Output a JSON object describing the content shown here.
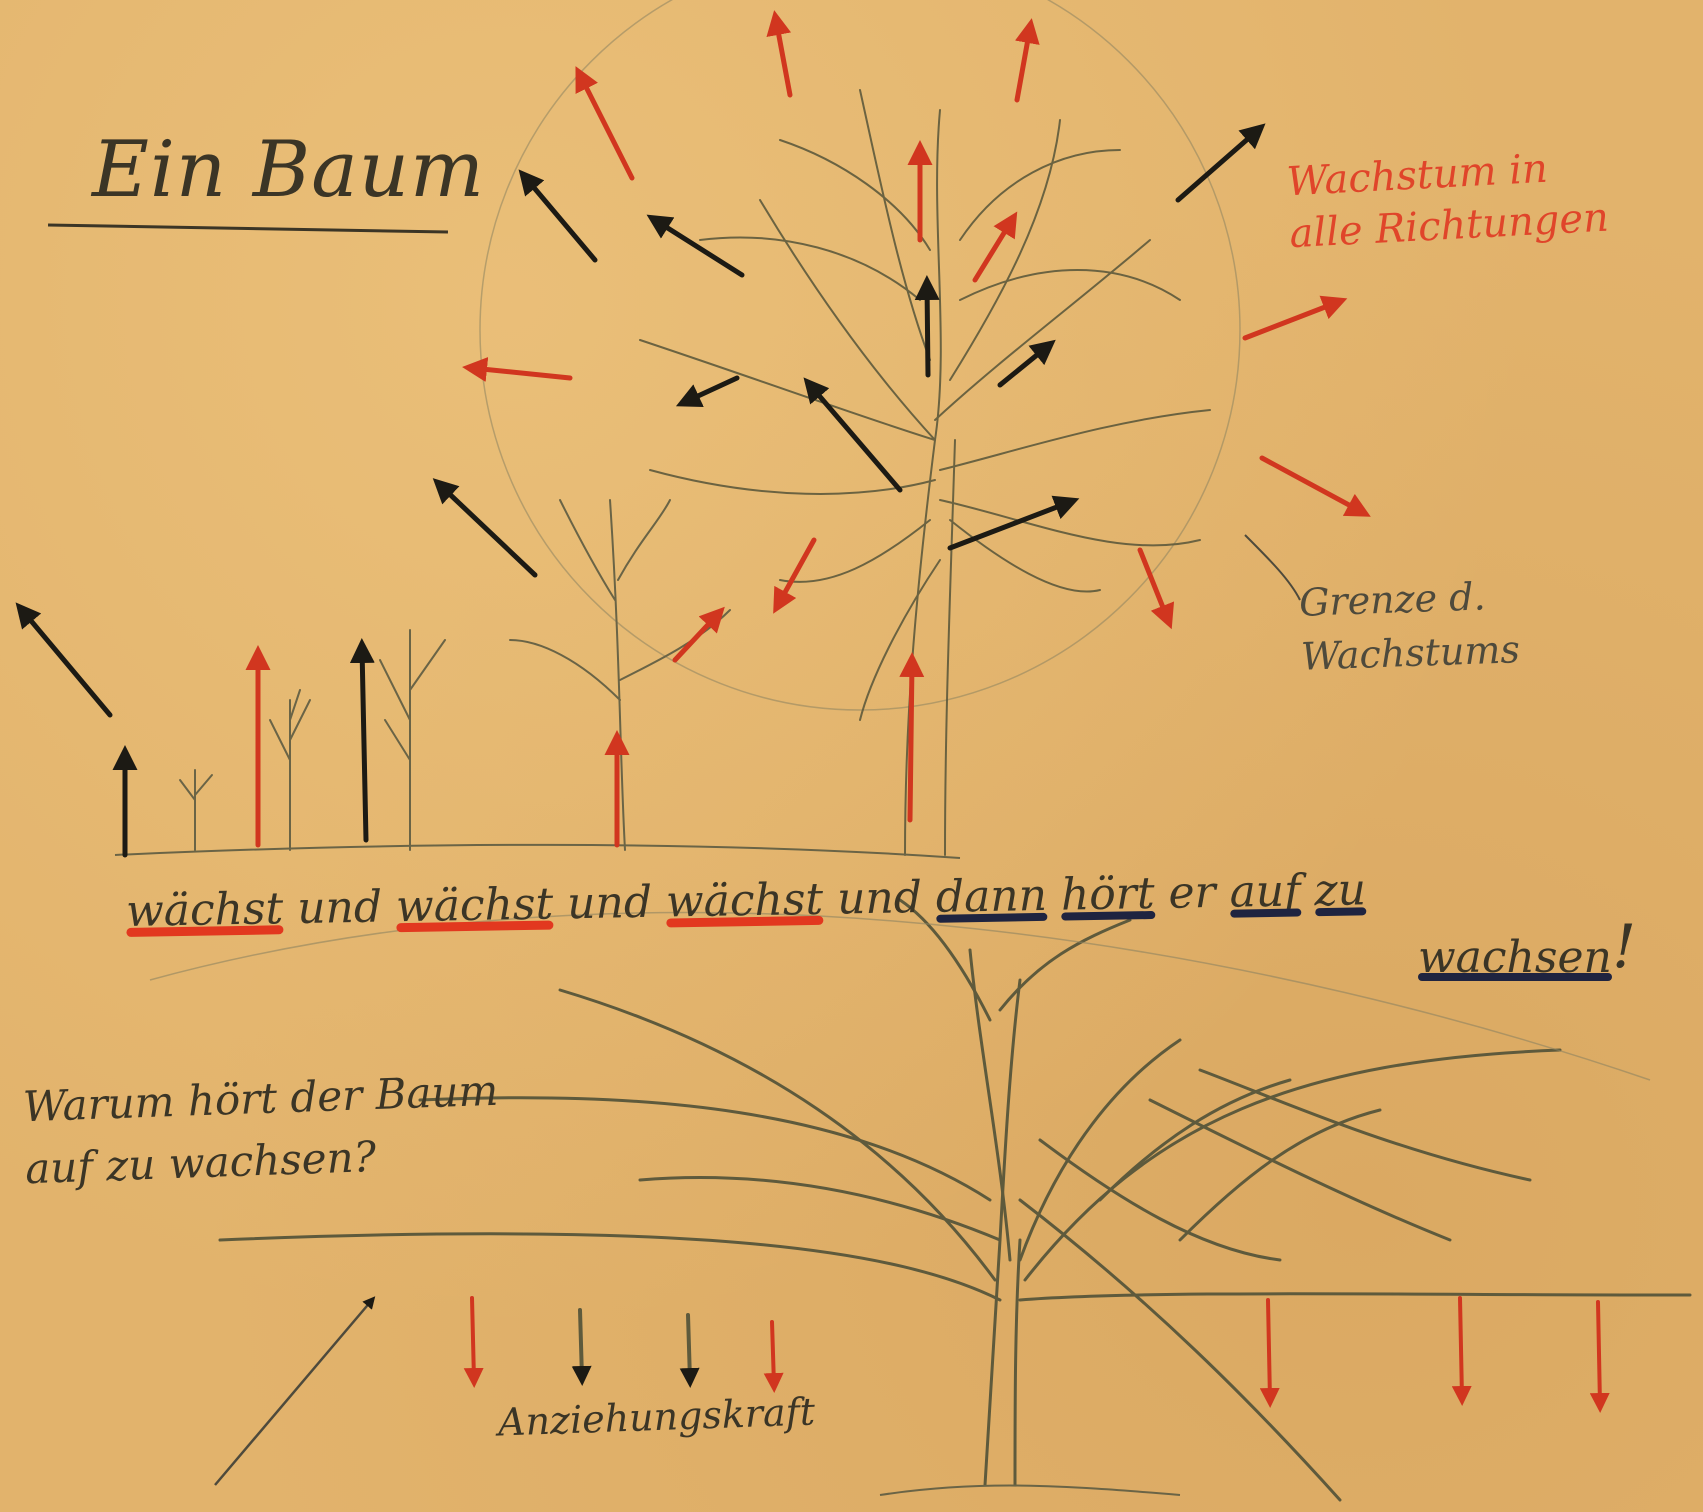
{
  "title": "Ein Baum",
  "note_red": [
    "Wachstum in",
    "alle Richtungen"
  ],
  "note_limit": [
    "Grenze d.",
    "Wachstums"
  ],
  "sentence": {
    "words": [
      {
        "text": "wächst",
        "underline": "red"
      },
      {
        "text": "und",
        "underline": "none"
      },
      {
        "text": "wächst",
        "underline": "red"
      },
      {
        "text": "und",
        "underline": "none"
      },
      {
        "text": "wächst",
        "underline": "red"
      },
      {
        "text": "und",
        "underline": "none"
      },
      {
        "text": "dann",
        "underline": "blue"
      },
      {
        "text": "hört",
        "underline": "blue"
      },
      {
        "text": "er",
        "underline": "none"
      },
      {
        "text": "auf",
        "underline": "blue"
      },
      {
        "text": "zu",
        "underline": "blue"
      }
    ],
    "end_word": "wachsen",
    "end_mark": "!"
  },
  "question": [
    "Warum hört der Baum",
    "auf zu wachsen?"
  ],
  "gravity_label": "Anziehungskraft",
  "bottom_fragment": "",
  "colors": {
    "paper": "#e2b36c",
    "pencil": "#5e5a3c",
    "ink": "#1c1a14",
    "red": "#e2381f",
    "blue_ink": "#1f2440"
  }
}
